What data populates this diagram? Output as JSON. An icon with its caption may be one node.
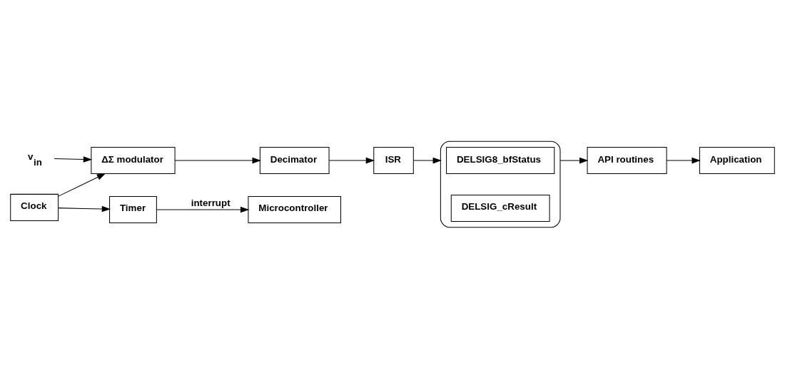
{
  "diagram": {
    "nodes": [
      {
        "text": [],
        "shape": "brace"
      },
      {
        "text": [
          "DELSIG8_bfStatus"
        ],
        "in": 0
      },
      {
        "text": [
          "DELSIG_cResult"
        ],
        "in": 0
      },
      {
        "text": [
          "ISR"
        ]
      },
      {
        "text": [
          "API routines"
        ]
      },
      {
        "text": [
          "Application"
        ]
      },
      {
        "text": [
          "v$_{in}$"
        ]
      },
      {
        "text": [
          "ΔΣ modulator"
        ]
      },
      {
        "text": [
          "Decimator"
        ]
      },
      {
        "text": [
          "Microcontroller"
        ]
      },
      {
        "text": [
          "Clock"
        ]
      },
      {
        "text": [
          "Timer"
        ]
      }
    ],
    "edges": [
      {
        "from": 3,
        "to": 0,
        "arrow": "to"
      },
      {
        "from": 0,
        "to": 4,
        "arrow": "to"
      },
      {
        "from": 4,
        "to": 5,
        "arrow": "to"
      },
      {
        "from": 6,
        "to": 7,
        "arrow": "to"
      },
      {
        "from": 7,
        "to": 8,
        "arrow": "to"
      },
      {
        "from": 8,
        "to": 3,
        "arrow": "to"
      },
      {
        "from": 10,
        "to": 7,
        "arrow": "to"
      },
      {
        "from": 10,
        "to": 11,
        "arrow": "to"
      },
      {
        "from": 11,
        "to": 9,
        "arrow": "to",
        "label": "interrupt"
      }
    ]
  }
}
